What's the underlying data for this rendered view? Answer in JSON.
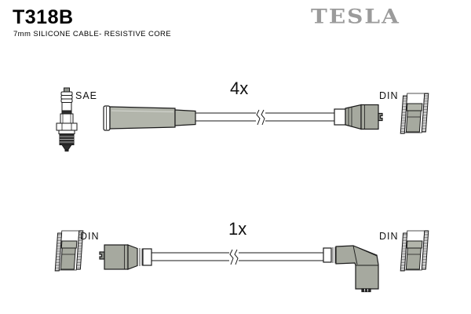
{
  "header": {
    "part_number": "T318B",
    "subtitle": "7mm SILICONE CABLE- RESISTIVE CORE",
    "brand_logo": "TESLA"
  },
  "colors": {
    "background": "#ffffff",
    "outline": "#1a1a1a",
    "part_fill": "#b2b5ab",
    "part_fill_shaded": "#a6a99f",
    "thread_dark": "#2e2e2e",
    "brand_gray": "#9b9b9b",
    "text": "#000000"
  },
  "rows": [
    {
      "quantity_label": "4x",
      "left_label": "SAE",
      "right_label": "DIN"
    },
    {
      "quantity_label": "1x",
      "left_label": "DIN",
      "right_label": "DIN"
    }
  ]
}
